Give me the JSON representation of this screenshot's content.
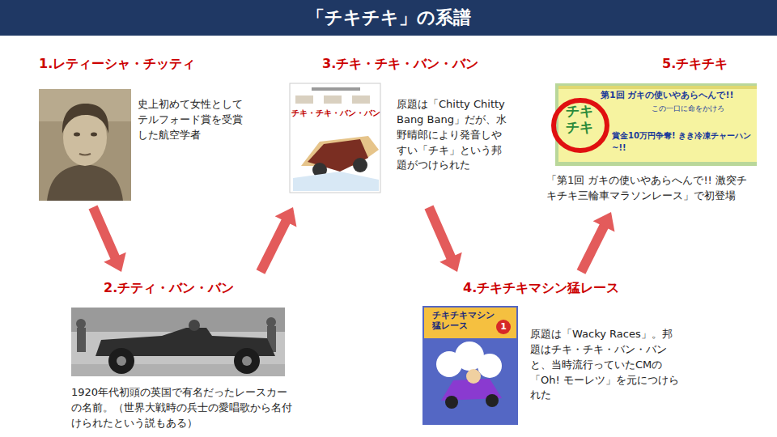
{
  "diagram": {
    "title": "「チキチキ」の系譜",
    "nodes": [
      {
        "text": [
          "1.レティーシャ・チッティ",
          "史上初めて女性としてテルフォード賞を受賞した航空学者"
        ]
      },
      {
        "text": [
          "2.チティ・バン・バン",
          "1920年代初頭の英国で有名だったレースカーの名前。（世界大戦時の兵士の愛唱歌から名付けられたという説もある）"
        ]
      },
      {
        "text": [
          "3.チキ・チキ・バン・バン",
          "原題は「Chitty Chitty Bang Bang」だが、水野晴郎により発音しやすい「チキ」という邦題がつけられた"
        ]
      },
      {
        "text": [
          "4.チキチキマシン猛レース",
          "原題は「Wacky Races」。邦題はチキ・チキ・バン・バンと、当時流行っていたCMの「Oh! モーレツ」を元につけられた"
        ]
      },
      {
        "text": [
          "5.チキチキ",
          "「第1回 ガキの使いやあらへんで!! 激突チキチキ三輪車マラソンレース」で初登場"
        ]
      }
    ],
    "edges": [
      {
        "from": 0,
        "to": 1,
        "arrow": "to"
      },
      {
        "from": 1,
        "to": 2,
        "arrow": "to"
      },
      {
        "from": 2,
        "to": 3,
        "arrow": "to"
      },
      {
        "from": 3,
        "to": 4,
        "arrow": "to"
      }
    ],
    "labels": [
      "チキ・チキ・バン・バン",
      "チキチキマシン猛レース",
      "1",
      "第1回 ガキの使いやあらへんで!!",
      "この一口に命をかけろ",
      "チキ チキ",
      "賞金10万円争奪! きき冷凍チャーハン~!!"
    ]
  }
}
